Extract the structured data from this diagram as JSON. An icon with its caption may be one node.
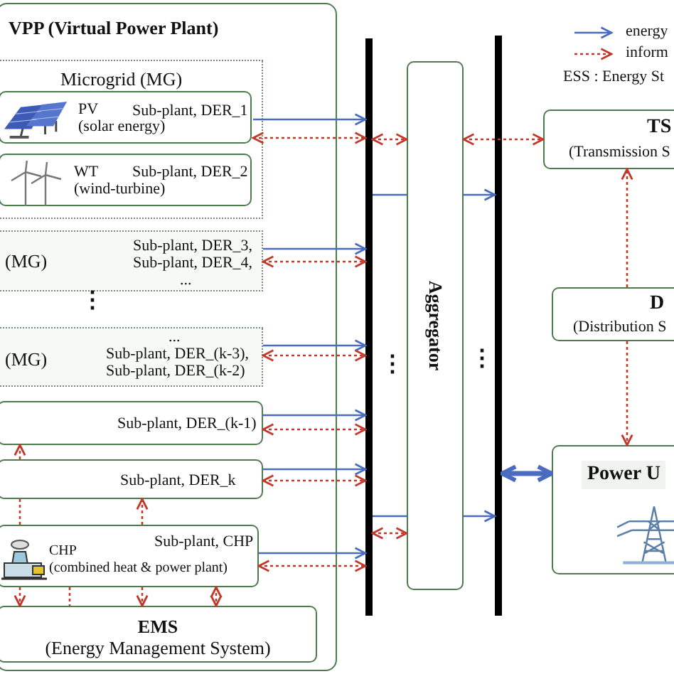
{
  "diagram": {
    "nodes": [
      {
        "text": [
          "VPP (Virtual Power Plant)"
        ]
      },
      {
        "text": [
          "Microgrid (MG)"
        ],
        "in": 0
      },
      {
        "text": [
          "PV (solar energy)",
          "Sub-plant, DER_1"
        ],
        "in": 1
      },
      {
        "text": [
          "WT (wind-turbine)",
          "Sub-plant, DER_2"
        ],
        "in": 1
      },
      {
        "text": [
          "(MG)",
          "Sub-plant, DER_3, Sub-plant, DER_4,",
          "..."
        ],
        "in": 0
      },
      {
        "text": [
          "(MG)",
          "...",
          "Sub-plant, DER_(k-3), Sub-plant, DER_(k-2)"
        ],
        "in": 0
      },
      {
        "text": [
          "Sub-plant, DER_(k-1)"
        ],
        "in": 0
      },
      {
        "text": [
          "Sub-plant, DER_k"
        ],
        "in": 0
      },
      {
        "text": [
          "CHP (combined heat & power plant)",
          "Sub-plant, CHP"
        ],
        "in": 0
      },
      {
        "text": [
          "EMS",
          "(Energy Management System)"
        ],
        "in": 0
      },
      {
        "text": [],
        "shape": "bar"
      },
      {
        "text": [
          "Aggregator"
        ]
      },
      {
        "text": [],
        "shape": "bar"
      },
      {
        "text": [
          "TS",
          "(Transmission S"
        ]
      },
      {
        "text": [
          "D",
          "(Distribution S"
        ]
      },
      {
        "text": [
          "Power U"
        ]
      }
    ],
    "edges": [
      {
        "from": 2,
        "to": 10,
        "arrow": "to",
        "color": "#4a6cc0"
      },
      {
        "from": 2,
        "to": 10,
        "arrow": "both",
        "style": "dashed"
      },
      {
        "from": 4,
        "to": 10,
        "arrow": "to",
        "color": "#4a6cc0"
      },
      {
        "from": 4,
        "to": 10,
        "arrow": "both",
        "style": "dashed"
      },
      {
        "from": 5,
        "to": 10,
        "arrow": "to",
        "color": "#4a6cc0"
      },
      {
        "from": 5,
        "to": 10,
        "arrow": "both",
        "style": "dashed"
      },
      {
        "from": 6,
        "to": 10,
        "arrow": "to",
        "color": "#4a6cc0"
      },
      {
        "from": 6,
        "to": 10,
        "arrow": "both",
        "style": "dashed"
      },
      {
        "from": 7,
        "to": 10,
        "arrow": "to",
        "color": "#4a6cc0"
      },
      {
        "from": 7,
        "to": 10,
        "arrow": "both",
        "style": "dashed"
      },
      {
        "from": 8,
        "to": 10,
        "arrow": "to",
        "color": "#4a6cc0"
      },
      {
        "from": 8,
        "to": 10,
        "arrow": "both",
        "style": "dashed"
      },
      {
        "from": 10,
        "to": 11,
        "arrow": "both",
        "style": "dashed"
      },
      {
        "from": 10,
        "to": 11,
        "arrow": "none",
        "color": "#4a6cc0"
      },
      {
        "from": 11,
        "to": 13,
        "arrow": "both",
        "style": "dashed"
      },
      {
        "from": 11,
        "to": 12,
        "arrow": "to",
        "color": "#4a6cc0"
      },
      {
        "from": 10,
        "to": 11,
        "arrow": "none",
        "color": "#4a6cc0"
      },
      {
        "from": 10,
        "to": 11,
        "arrow": "both",
        "style": "dashed"
      },
      {
        "from": 11,
        "to": 12,
        "arrow": "to",
        "color": "#4a6cc0"
      },
      {
        "from": 12,
        "to": 15,
        "arrow": "both",
        "style": "thick",
        "color": "#4a6cc0"
      },
      {
        "from": 14,
        "to": 13,
        "arrow": "to",
        "style": "dashed"
      },
      {
        "from": 14,
        "to": 15,
        "arrow": "to",
        "style": "dashed"
      },
      {
        "from": 7,
        "to": 6,
        "arrow": "to",
        "style": "dashed"
      },
      {
        "from": 7,
        "to": 8,
        "arrow": "none",
        "style": "dashed"
      },
      {
        "from": 8,
        "to": 7,
        "arrow": "to",
        "style": "dashed"
      },
      {
        "from": 8,
        "to": 9,
        "arrow": "to",
        "style": "dashed"
      },
      {
        "from": 8,
        "to": 9,
        "arrow": "none",
        "style": "dashed"
      },
      {
        "from": 8,
        "to": 9,
        "arrow": "to",
        "style": "dashed"
      },
      {
        "from": 8,
        "to": 9,
        "arrow": "both",
        "style": "dashed"
      }
    ],
    "labels": [
      "ESS : Energy St",
      "⋮",
      "⋮",
      "⋮"
    ],
    "legend": [
      {
        "text": "energy"
      },
      {
        "text": "inform"
      }
    ]
  }
}
